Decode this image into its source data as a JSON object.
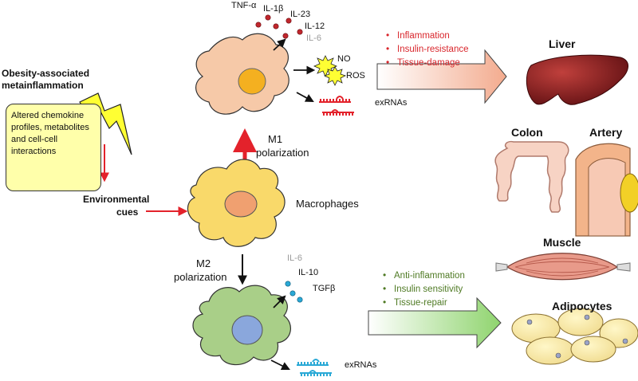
{
  "top_left": {
    "title_line1": "Obesity-associated",
    "title_line2": "metainflammation",
    "box_text": "Altered chemokine profiles, metabolites and cell-cell interactions",
    "cues_line1": "Environmental",
    "cues_line2": "cues"
  },
  "m1": {
    "cytokines": {
      "tnf": "TNF-α",
      "il1b": "IL-1β",
      "il23": "IL-23",
      "il12": "IL-12",
      "il6": "IL-6"
    },
    "no": "NO",
    "ros": "ROS",
    "exrnas": "exRNAs",
    "polarization_line1": "M1",
    "polarization_line2": "polarization",
    "effects": [
      "Inflammation",
      "Insulin-resistance",
      "Tissue-damage"
    ]
  },
  "center": {
    "macrophages": "Macrophages"
  },
  "m2": {
    "polarization_line1": "M2",
    "polarization_line2": "polarization",
    "cytokines": {
      "il6": "IL-6",
      "il10": "IL-10",
      "tgfb": "TGFβ"
    },
    "exrnas": "exRNAs",
    "effects": [
      "Anti-inflammation",
      "Insulin sensitivity",
      "Tissue-repair"
    ]
  },
  "organs": {
    "liver": "Liver",
    "colon": "Colon",
    "artery": "Artery",
    "muscle": "Muscle",
    "adipocytes": "Adipocytes"
  },
  "colors": {
    "m1_cell": "#f6c9a8",
    "macrophage_cell": "#f9d96a",
    "m2_cell": "#a9cf88",
    "m1_text": "#d9262c",
    "m2_text": "#4f7a24",
    "red_dots": "#c0272d",
    "blue_dots": "#2aa9d6",
    "liver": "#8b1c1c",
    "box": "#ffffaa"
  }
}
